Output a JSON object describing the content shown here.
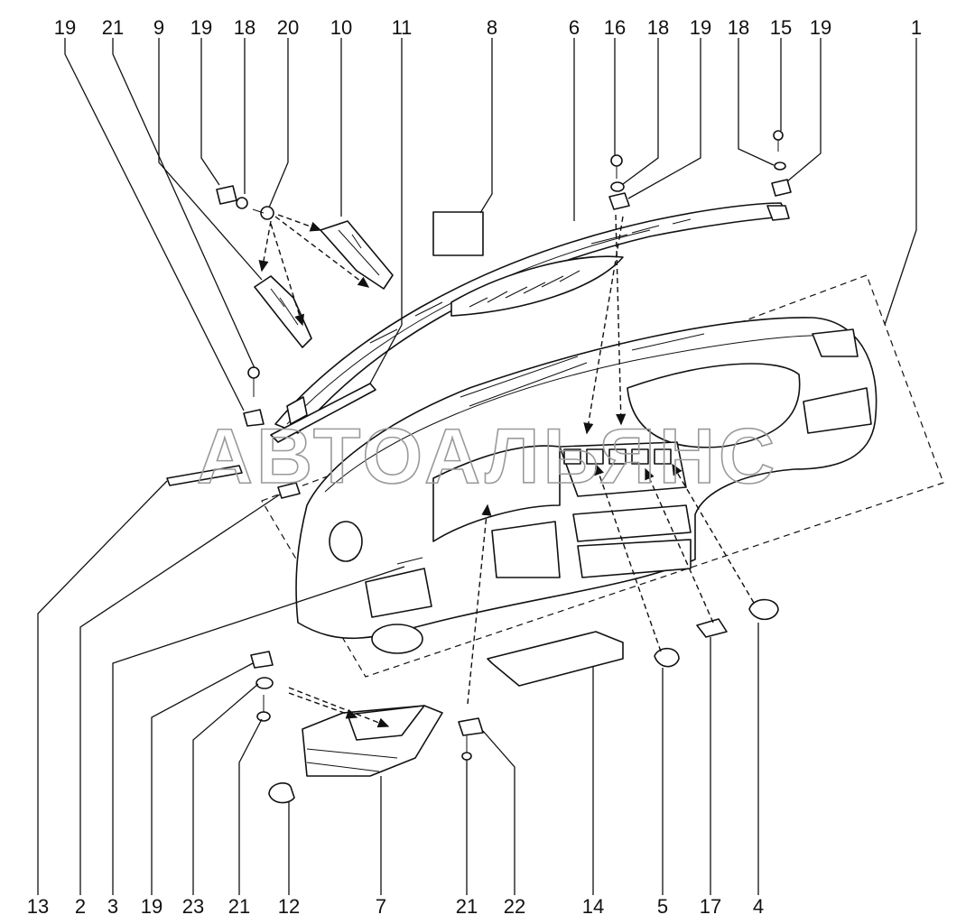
{
  "watermark": "АВТОАЛЬЯНС",
  "callouts_top": [
    {
      "id": "t1",
      "label": "19"
    },
    {
      "id": "t2",
      "label": "21"
    },
    {
      "id": "t3",
      "label": "9"
    },
    {
      "id": "t4",
      "label": "19"
    },
    {
      "id": "t5",
      "label": "18"
    },
    {
      "id": "t6",
      "label": "20"
    },
    {
      "id": "t7",
      "label": "10"
    },
    {
      "id": "t8",
      "label": "11"
    },
    {
      "id": "t9",
      "label": "8"
    },
    {
      "id": "t10",
      "label": "6"
    },
    {
      "id": "t11",
      "label": "16"
    },
    {
      "id": "t12",
      "label": "18"
    },
    {
      "id": "t13",
      "label": "19"
    },
    {
      "id": "t14",
      "label": "18"
    },
    {
      "id": "t15",
      "label": "15"
    },
    {
      "id": "t16",
      "label": "19"
    },
    {
      "id": "t17",
      "label": "1"
    }
  ],
  "callouts_bottom": [
    {
      "id": "b1",
      "label": "13"
    },
    {
      "id": "b2",
      "label": "2"
    },
    {
      "id": "b3",
      "label": "3"
    },
    {
      "id": "b4",
      "label": "19"
    },
    {
      "id": "b5",
      "label": "23"
    },
    {
      "id": "b6",
      "label": "21"
    },
    {
      "id": "b7",
      "label": "12"
    },
    {
      "id": "b8",
      "label": "7"
    },
    {
      "id": "b9",
      "label": "21"
    },
    {
      "id": "b10",
      "label": "22"
    },
    {
      "id": "b11",
      "label": "14"
    },
    {
      "id": "b12",
      "label": "5"
    },
    {
      "id": "b13",
      "label": "17"
    },
    {
      "id": "b14",
      "label": "4"
    }
  ]
}
